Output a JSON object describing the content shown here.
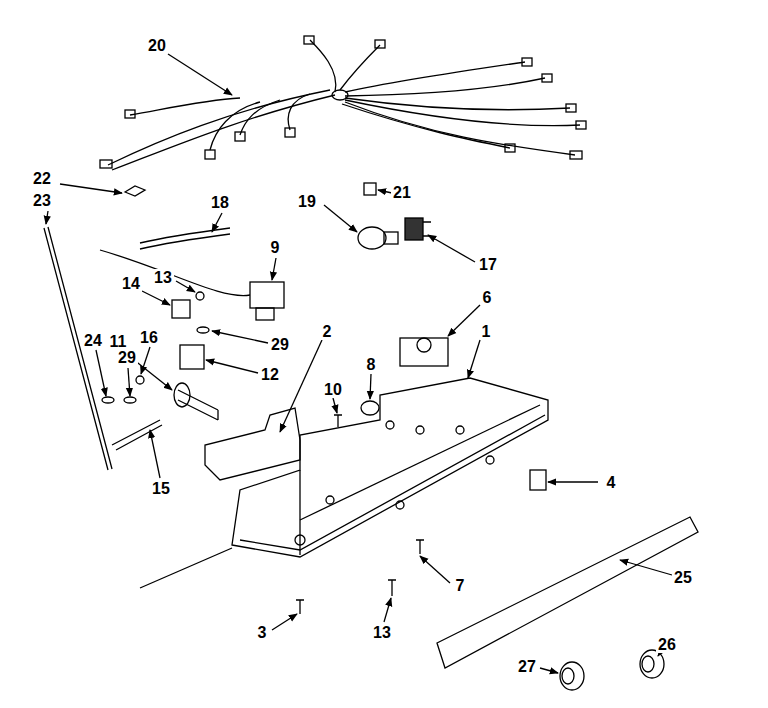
{
  "diagram": {
    "labels": [
      "20",
      "22",
      "23",
      "18",
      "21",
      "19",
      "17",
      "9",
      "6",
      "1",
      "14",
      "13",
      "29",
      "12",
      "11",
      "16",
      "24",
      "29",
      "2",
      "8",
      "10",
      "15",
      "4",
      "7",
      "25",
      "26",
      "3",
      "13",
      "27"
    ]
  }
}
